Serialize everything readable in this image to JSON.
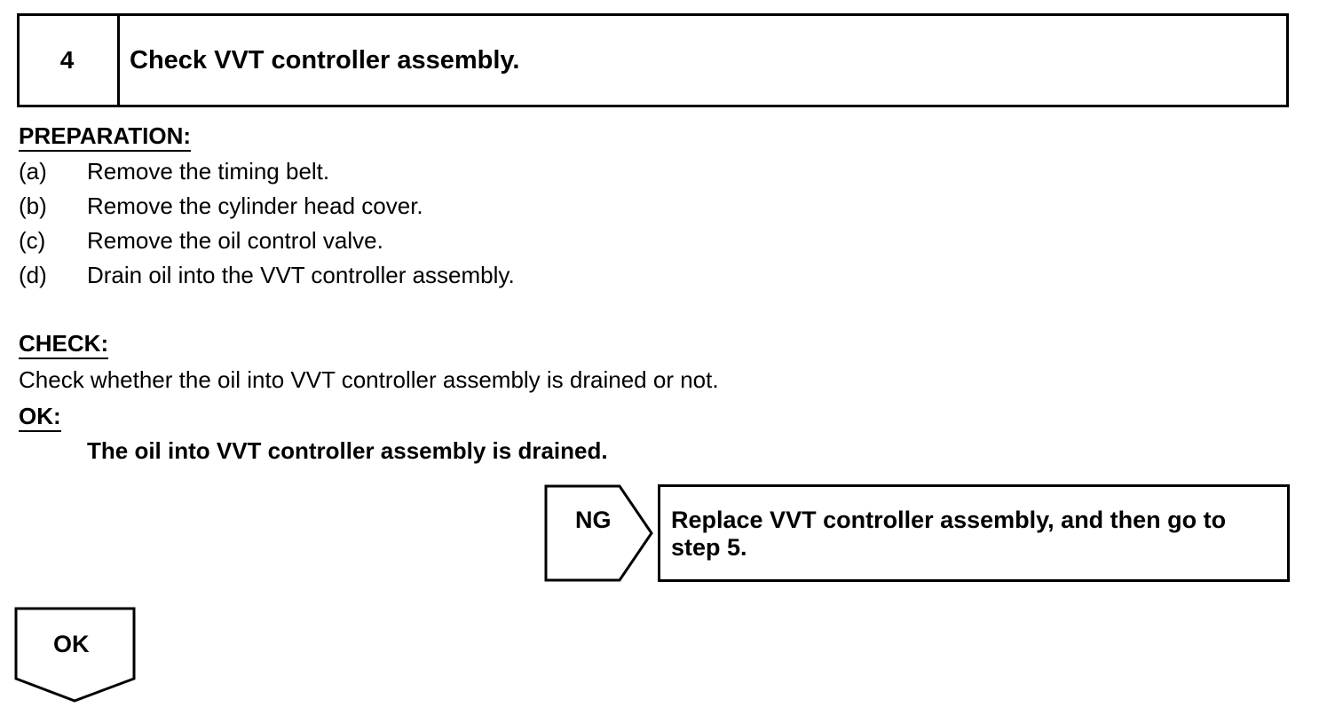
{
  "step": {
    "number": "4",
    "title": "Check VVT controller assembly."
  },
  "preparation": {
    "heading": "PREPARATION:",
    "items": [
      {
        "letter": "(a)",
        "text": "Remove the timing belt."
      },
      {
        "letter": "(b)",
        "text": "Remove the cylinder head cover."
      },
      {
        "letter": "(c)",
        "text": "Remove the oil control valve."
      },
      {
        "letter": "(d)",
        "text": "Drain oil into the VVT controller assembly."
      }
    ]
  },
  "check": {
    "heading": "CHECK:",
    "text": "Check whether the oil into VVT controller assembly is drained or not."
  },
  "ok_spec": {
    "heading": "OK:",
    "text": "The oil into VVT controller assembly is drained."
  },
  "ng_branch": {
    "label": "NG",
    "action": "Replace VVT controller assembly, and then go to step 5."
  },
  "ok_branch": {
    "label": "OK"
  }
}
